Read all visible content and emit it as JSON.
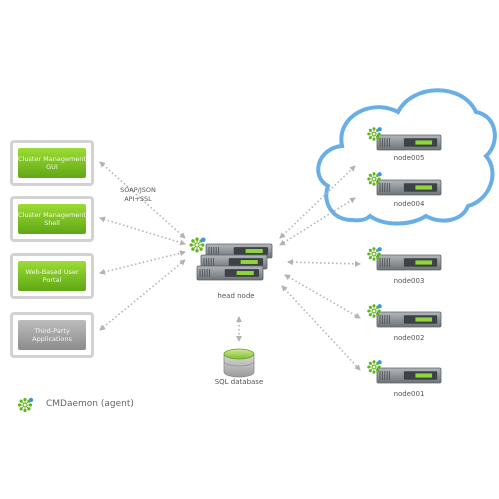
{
  "clients": [
    {
      "id": "cluster-management-gui",
      "text": "Cluster Management GUI",
      "style": "green"
    },
    {
      "id": "cluster-management-shell",
      "text": "Cluster Management Shell",
      "style": "green"
    },
    {
      "id": "web-based-user-portal",
      "text": "Web-Based User Portal",
      "style": "green"
    },
    {
      "id": "third-party-applications",
      "text": "Third-Party Applications",
      "style": "grey"
    }
  ],
  "protocol_label": "SOAP/JSON API+SSL",
  "head_node_label": "head node",
  "database_label": "SQL database",
  "cloud_nodes": [
    {
      "label": "node005"
    },
    {
      "label": "node004"
    }
  ],
  "local_nodes": [
    {
      "label": "node003"
    },
    {
      "label": "node002"
    },
    {
      "label": "node001"
    }
  ],
  "legend": {
    "label": "CMDaemon (agent)"
  },
  "colors": {
    "agent_green": "#5fb31c",
    "agent_blue": "#3a9ad9",
    "cloud_outline": "#6aaee6",
    "server_body": "#8a8f94",
    "server_panel": "#3d4246",
    "server_led": "#8fd63a",
    "arrow": "#b3b3b3"
  }
}
